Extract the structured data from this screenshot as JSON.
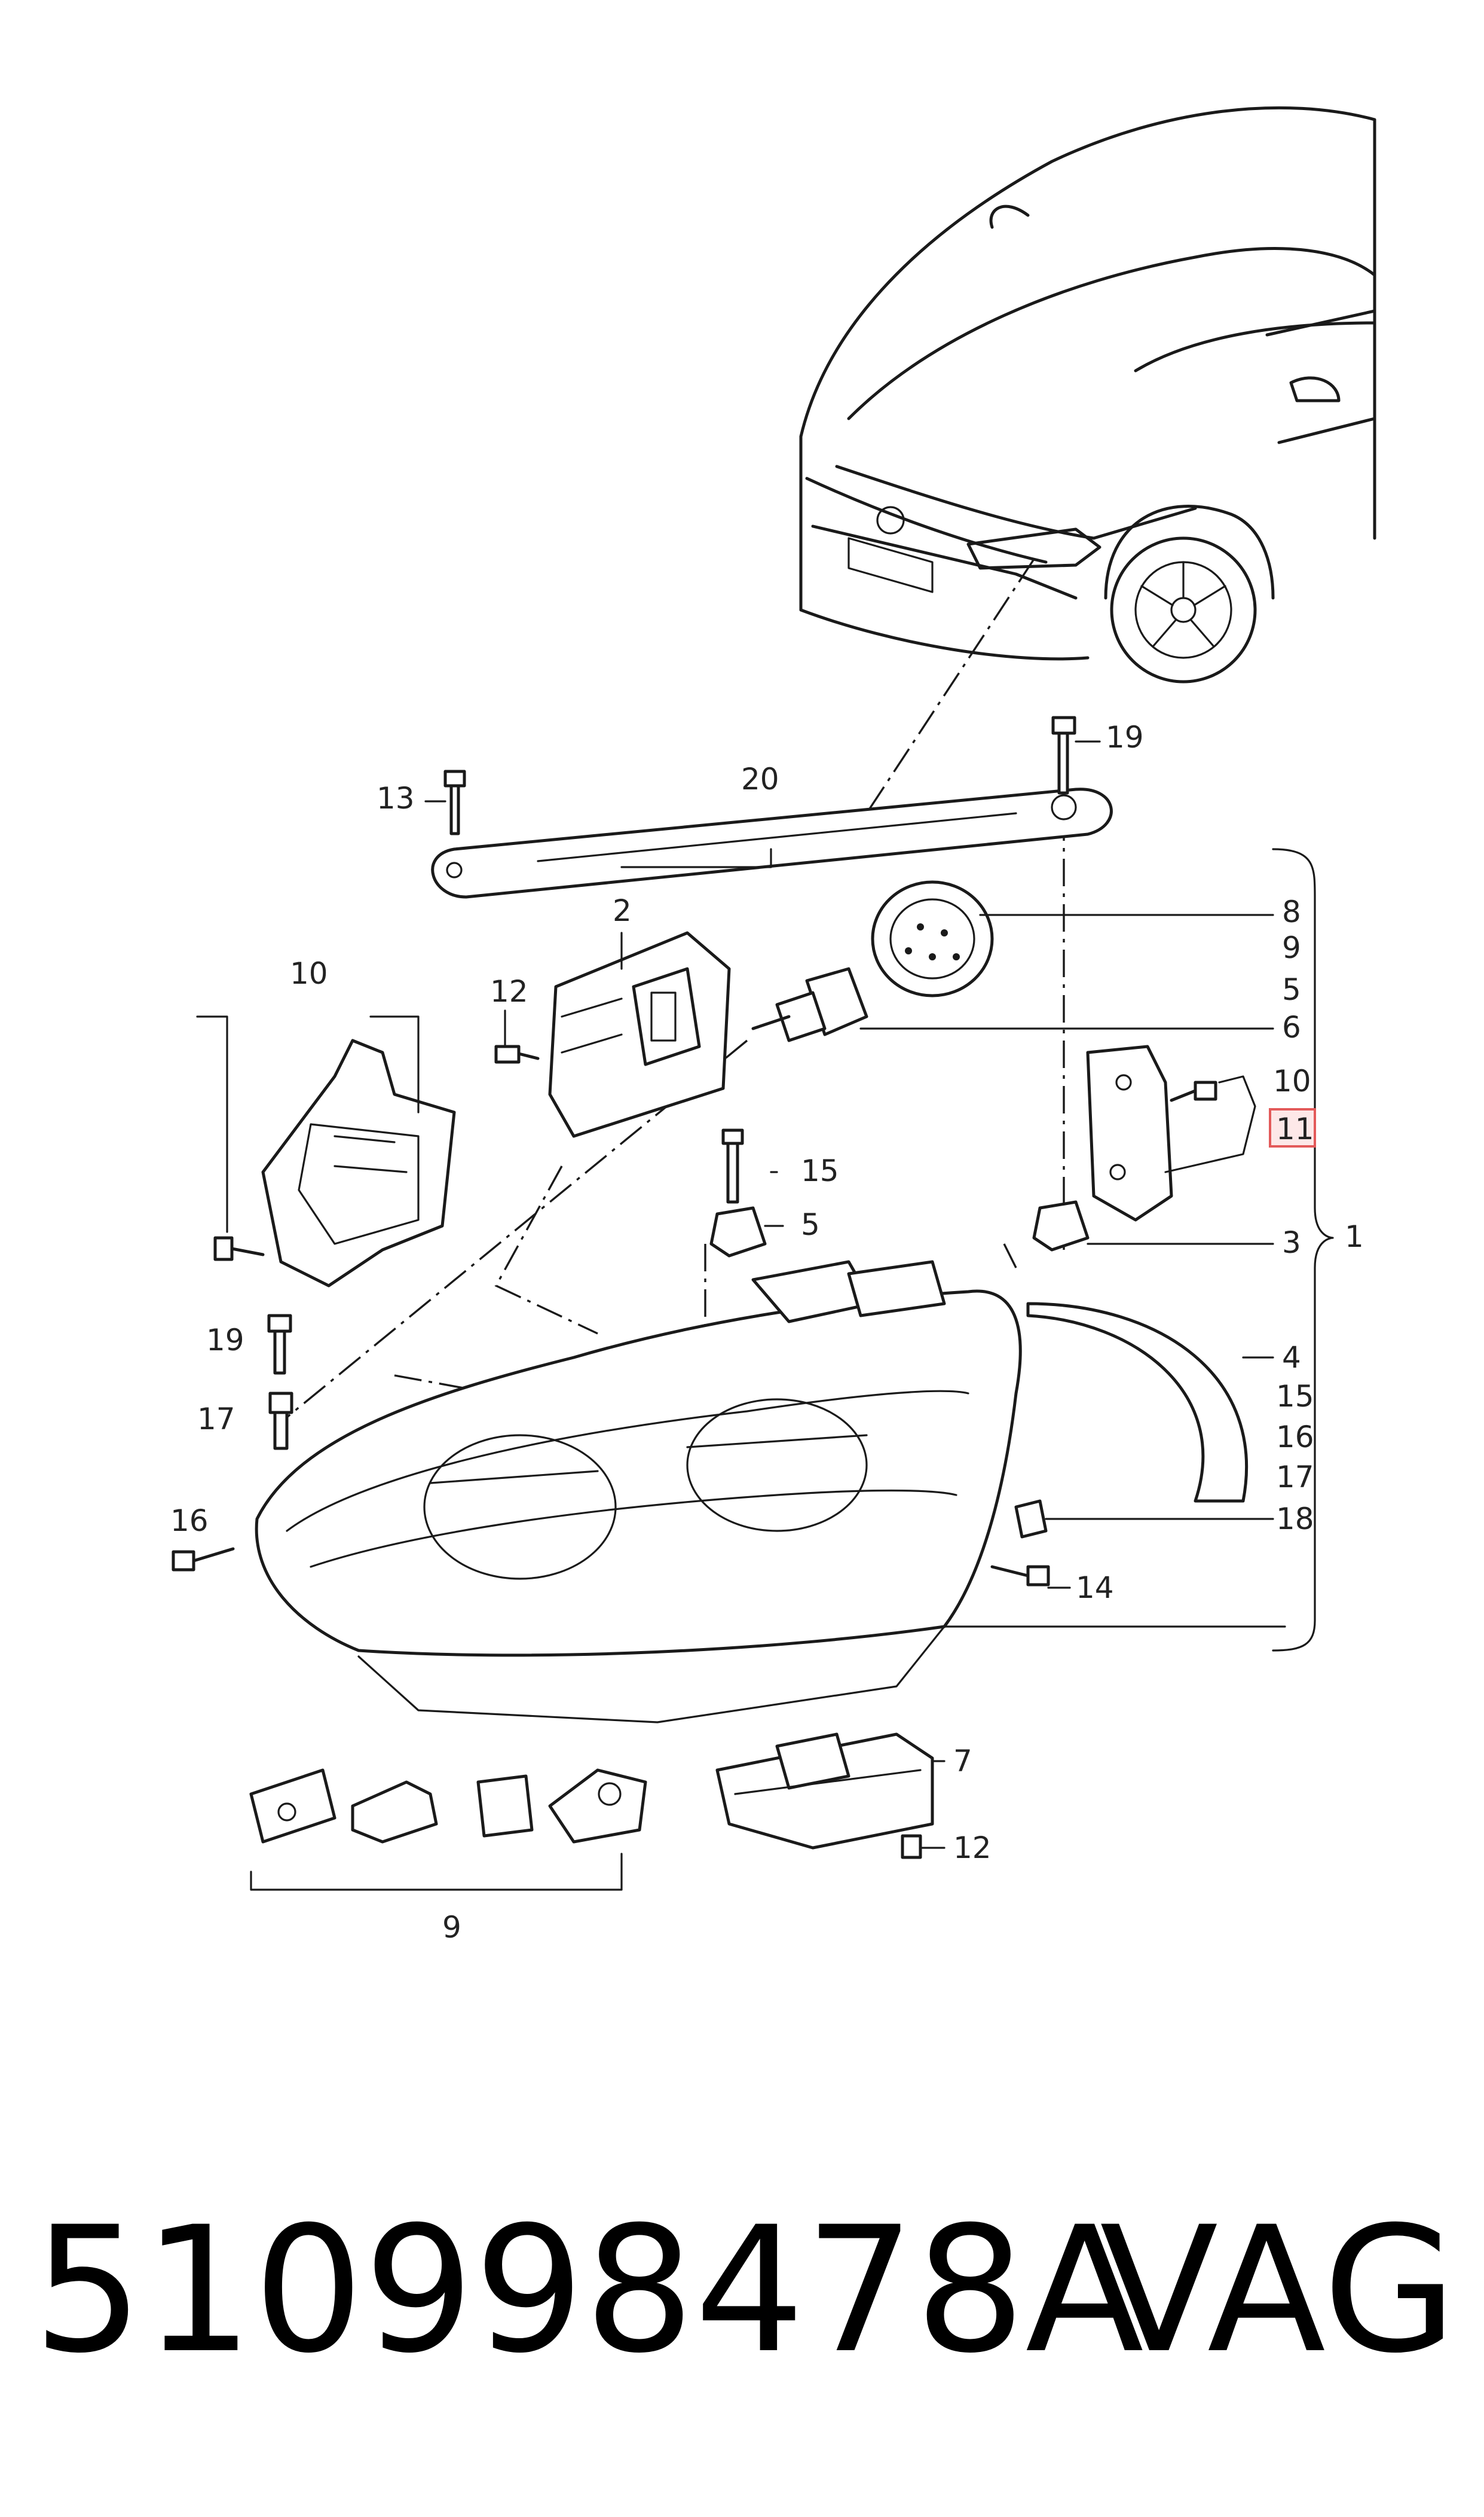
{
  "callouts": {
    "c1": "1",
    "c2": "2",
    "c3": "3",
    "c4": "4",
    "c5a": "5",
    "c5b": "5",
    "c6": "6",
    "c7": "7",
    "c8": "8",
    "c9a": "9",
    "c9b": "9",
    "c10a": "10",
    "c10b": "10",
    "c11": "11",
    "c12a": "12",
    "c12b": "12",
    "c13": "13",
    "c14": "14",
    "c15a": "15",
    "c15b": "15",
    "c16a": "16",
    "c16b": "16",
    "c17a": "17",
    "c17b": "17",
    "c18": "18",
    "c19a": "19",
    "c19b": "19",
    "c20": "20"
  },
  "highlighted_callout": "11",
  "highlight_color": "#e35a5a",
  "caption": {
    "part_number": "510998478A",
    "brand": "VAG"
  }
}
